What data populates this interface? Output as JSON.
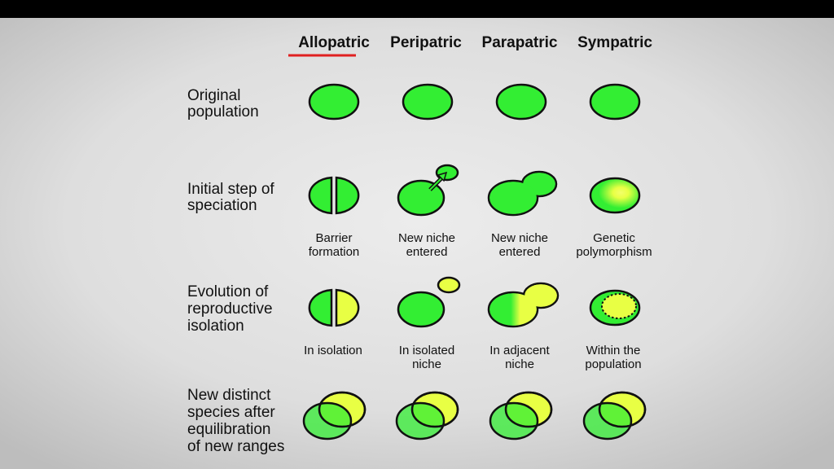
{
  "columns": [
    "Allopatric",
    "Peripatric",
    "Parapatric",
    "Sympatric"
  ],
  "selected_column": "Allopatric",
  "rows": {
    "original": [
      "Original",
      "population"
    ],
    "initial": [
      "Initial step of",
      "speciation"
    ],
    "evolution": [
      "Evolution of",
      "reproductive",
      "isolation"
    ],
    "new_species": [
      "New distinct",
      "species after",
      "equilibration",
      "of new ranges"
    ]
  },
  "captions_initial": [
    [
      "Barrier",
      "formation"
    ],
    [
      "New niche",
      "entered"
    ],
    [
      "New niche",
      "entered"
    ],
    [
      "Genetic",
      "polymorphism"
    ]
  ],
  "captions_evolution": [
    [
      "In isolation"
    ],
    [
      "In isolated",
      "niche"
    ],
    [
      "In adjacent",
      "niche"
    ],
    [
      "Within the",
      "population"
    ]
  ],
  "colors": {
    "green": "#33ee33",
    "yellow": "#e8ff44",
    "underline": "#e02020"
  }
}
